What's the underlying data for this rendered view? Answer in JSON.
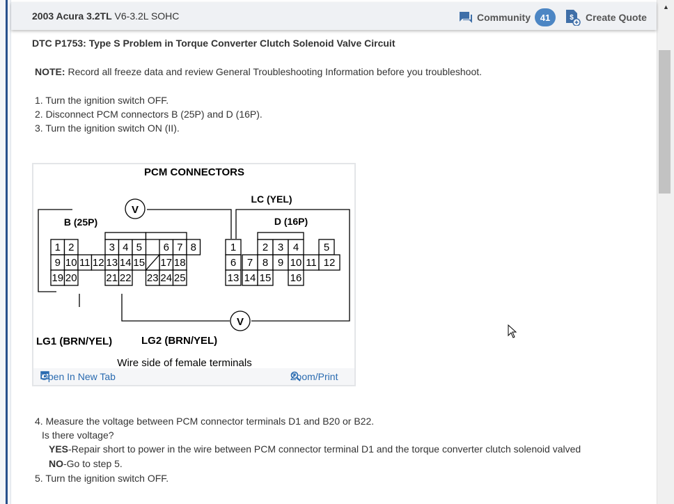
{
  "header": {
    "vehicle_bold": "2003 Acura 3.2TL",
    "vehicle_rest": "V6-3.2L SOHC",
    "community_label": "Community",
    "community_count": "41",
    "create_quote_label": "Create Quote"
  },
  "article": {
    "title": "DTC P1753: Type S Problem in Torque Converter Clutch Solenoid Valve Circuit",
    "note_label": "NOTE:",
    "note_text": "Record all freeze data and review General Troubleshooting Information before you troubleshoot.",
    "steps_top": [
      "1. Turn the ignition switch OFF.",
      "2. Disconnect PCM connectors B (25P) and D (16P).",
      "3. Turn the ignition switch ON (II)."
    ],
    "step4": "4. Measure the voltage between PCM connector terminals D1 and B20 or B22.",
    "question": "Is there voltage?",
    "yes_label": "YES",
    "yes_text": "-Repair short to power in the wire between PCM connector terminal D1 and the torque converter clutch solenoid valved",
    "no_label": "NO",
    "no_text": "-Go to step 5.",
    "step5": "5. Turn the ignition switch OFF."
  },
  "figure": {
    "title": "PCM CONNECTORS",
    "b_label": "B (25P)",
    "d_label": "D (16P)",
    "lc_label": "LC (YEL)",
    "lg1_label": "LG1 (BRN/YEL)",
    "lg2_label": "LG2 (BRN/YEL)",
    "caption": "Wire side of female terminals",
    "meter_symbol": "V",
    "b_pins": [
      "1",
      "2",
      "3",
      "4",
      "5",
      "6",
      "7",
      "8",
      "9",
      "10",
      "11",
      "12",
      "13",
      "14",
      "15",
      "17",
      "18",
      "19",
      "20",
      "21",
      "22",
      "23",
      "24",
      "25"
    ],
    "d_pins": [
      "1",
      "2",
      "3",
      "4",
      "5",
      "6",
      "7",
      "8",
      "9",
      "10",
      "11",
      "12",
      "13",
      "14",
      "15",
      "16"
    ],
    "open_tab_label": "Open In New Tab",
    "zoom_label": "Zoom/Print"
  },
  "colors": {
    "accent": "#4c86c4",
    "link": "#2a6bb0",
    "header_bg": "#eff1f4",
    "left_stripe": "#27508c"
  }
}
